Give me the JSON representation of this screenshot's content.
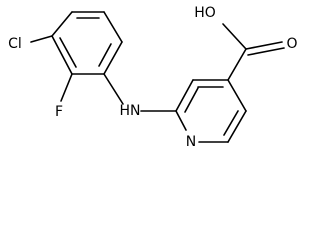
{
  "molecule": {
    "atoms": [
      {
        "id": "cl",
        "label": "Cl"
      },
      {
        "id": "f",
        "label": "F"
      },
      {
        "id": "nh",
        "label": "HN"
      },
      {
        "id": "n",
        "label": "N"
      },
      {
        "id": "oh",
        "label": "HO"
      },
      {
        "id": "o",
        "label": "O"
      }
    ]
  }
}
